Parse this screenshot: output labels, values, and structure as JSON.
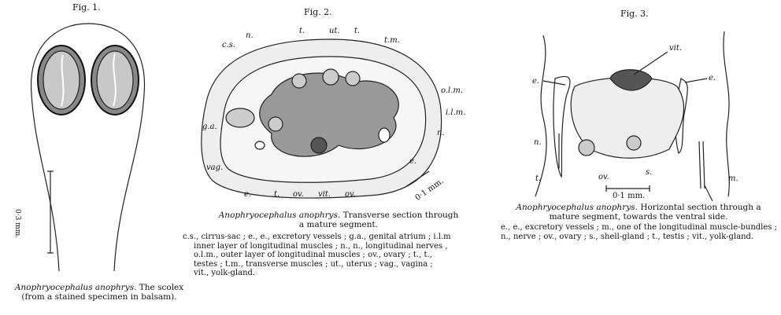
{
  "fig1": {
    "title": "Fig. 1.",
    "scale": "0·3 mm.",
    "caption_species": "Anophryocephalus anophrys.",
    "caption_text": "The scolex",
    "caption_line2": "(from a stained specimen in balsam)."
  },
  "fig2": {
    "title": "Fig. 2.",
    "labels": [
      "c.s.",
      "n.",
      "t.",
      "ut.",
      "t.",
      "t.m.",
      "o.l.m.",
      "i.l.m.",
      "g.a.",
      "n.",
      "vag.",
      "e.",
      "t.",
      "ov.",
      "vit.",
      "ov.",
      "e."
    ],
    "scale": "0·1 mm.",
    "caption_species": "Anophryocephalus anophrys.",
    "caption_text": "Transverse section through",
    "caption_line2": "a mature segment.",
    "legend": [
      "c.s., cirrus-sac ; e., e., excretory vessels ; g.a., genital atrium ; i.l.m",
      "inner layer of longitudinal muscles ; n., n., longitudinal nerves ,",
      "o.l.m., outer layer of longitudinal muscles ; ov., ovary ; t., t.,",
      "testes ; t.m., transverse muscles ; ut., uterus ; vag., vagina ;",
      "vit., yolk-gland."
    ]
  },
  "fig3": {
    "title": "Fig. 3.",
    "labels": [
      "vit.",
      "e.",
      "e.",
      "n.",
      "t.",
      "ov.",
      "s.",
      "m."
    ],
    "scale": "0·1 mm.",
    "caption_species": "Anophryocephalus anophrys.",
    "caption_text": "Horizontal section through a",
    "caption_line2": "mature segment, towards the ventral side.",
    "legend": [
      "e., e., excretory vessels ; m., one of the longitudinal muscle-bundles ;",
      "n., nerve ; ov., ovary ; s., shell-gland ; t., testis ; vit., yolk-gland."
    ]
  }
}
